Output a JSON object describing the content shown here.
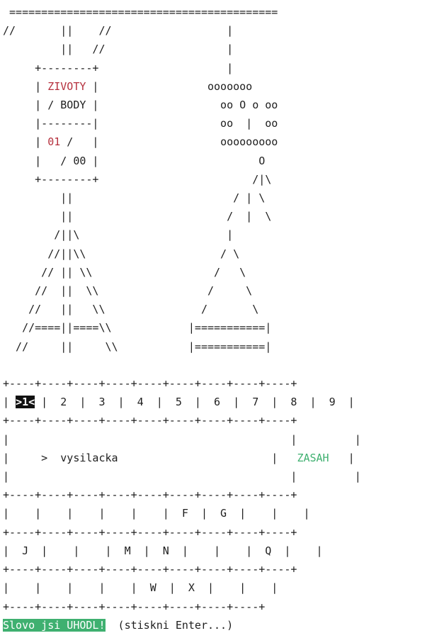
{
  "art": {
    "top_bar": "==========================================",
    "l01": "//       ||    //                  |",
    "l02": "         ||   //                   |",
    "l03": "     +--------+                    |",
    "l04a": "     | ",
    "l04b": " |                 ",
    "l05": "     | / BODY |                 ",
    "l06": "     |--------|                 ",
    "l07a": "     | ",
    "l07b": " /   |                 ",
    "l08": "     |   / 00 |                    ",
    "l09": "     +--------+                    ",
    "l10": "         ||                      ",
    "l11": "         ||                     ",
    "l12": "        /||\\                       |",
    "l13": "       //||\\\\                     / \\",
    "l14": "      // || \\\\                   /   \\",
    "l15": "     //  ||  \\\\                 /     \\",
    "l16": "    //   ||   \\\\               /       \\",
    "l17": "   //====||====\\\\            |===========|",
    "l18": "  //     ||     \\\\           |===========|"
  },
  "robot": {
    "r04": "ooooooo",
    "r05": "oo O o oo",
    "r06": "oo  |  oo",
    "r07": "ooooooooo",
    "r08": "O",
    "r09": "/|\\",
    "r10": "/ | \\",
    "r11": "/  |  \\"
  },
  "score": {
    "lives_label": "ZIVOTY",
    "lives_value": "01",
    "points_value": "00"
  },
  "rounds": {
    "border": "+----+----+----+----+----+----+----+----+----+",
    "current": ">1<",
    "rest": " |  2  |  3  |  4  |  5  |  6  |  7  |  8  |  9  |"
  },
  "word": {
    "empty_row": "|                                            |         |",
    "prefix": "|     >  ",
    "text": "vysilacka",
    "middle": "                        |   ",
    "status": "ZASAH",
    "suffix": "   |"
  },
  "letters": {
    "border": "+----+----+----+----+----+----+----+----+----+",
    "row1": "|    |    |    |    |    |  F  |  G  |    |    |",
    "row2": "|  J  |    |    |  M  |  N  |    |    |  Q  |    |",
    "row3": "|    |    |    |    |  W  |  X  |    |    |",
    "border_last": "+----+----+----+----+----+----+----+----+"
  },
  "footer": {
    "message": "Slovo jsi UHODL!",
    "hint": "  (stiskni Enter...)"
  }
}
